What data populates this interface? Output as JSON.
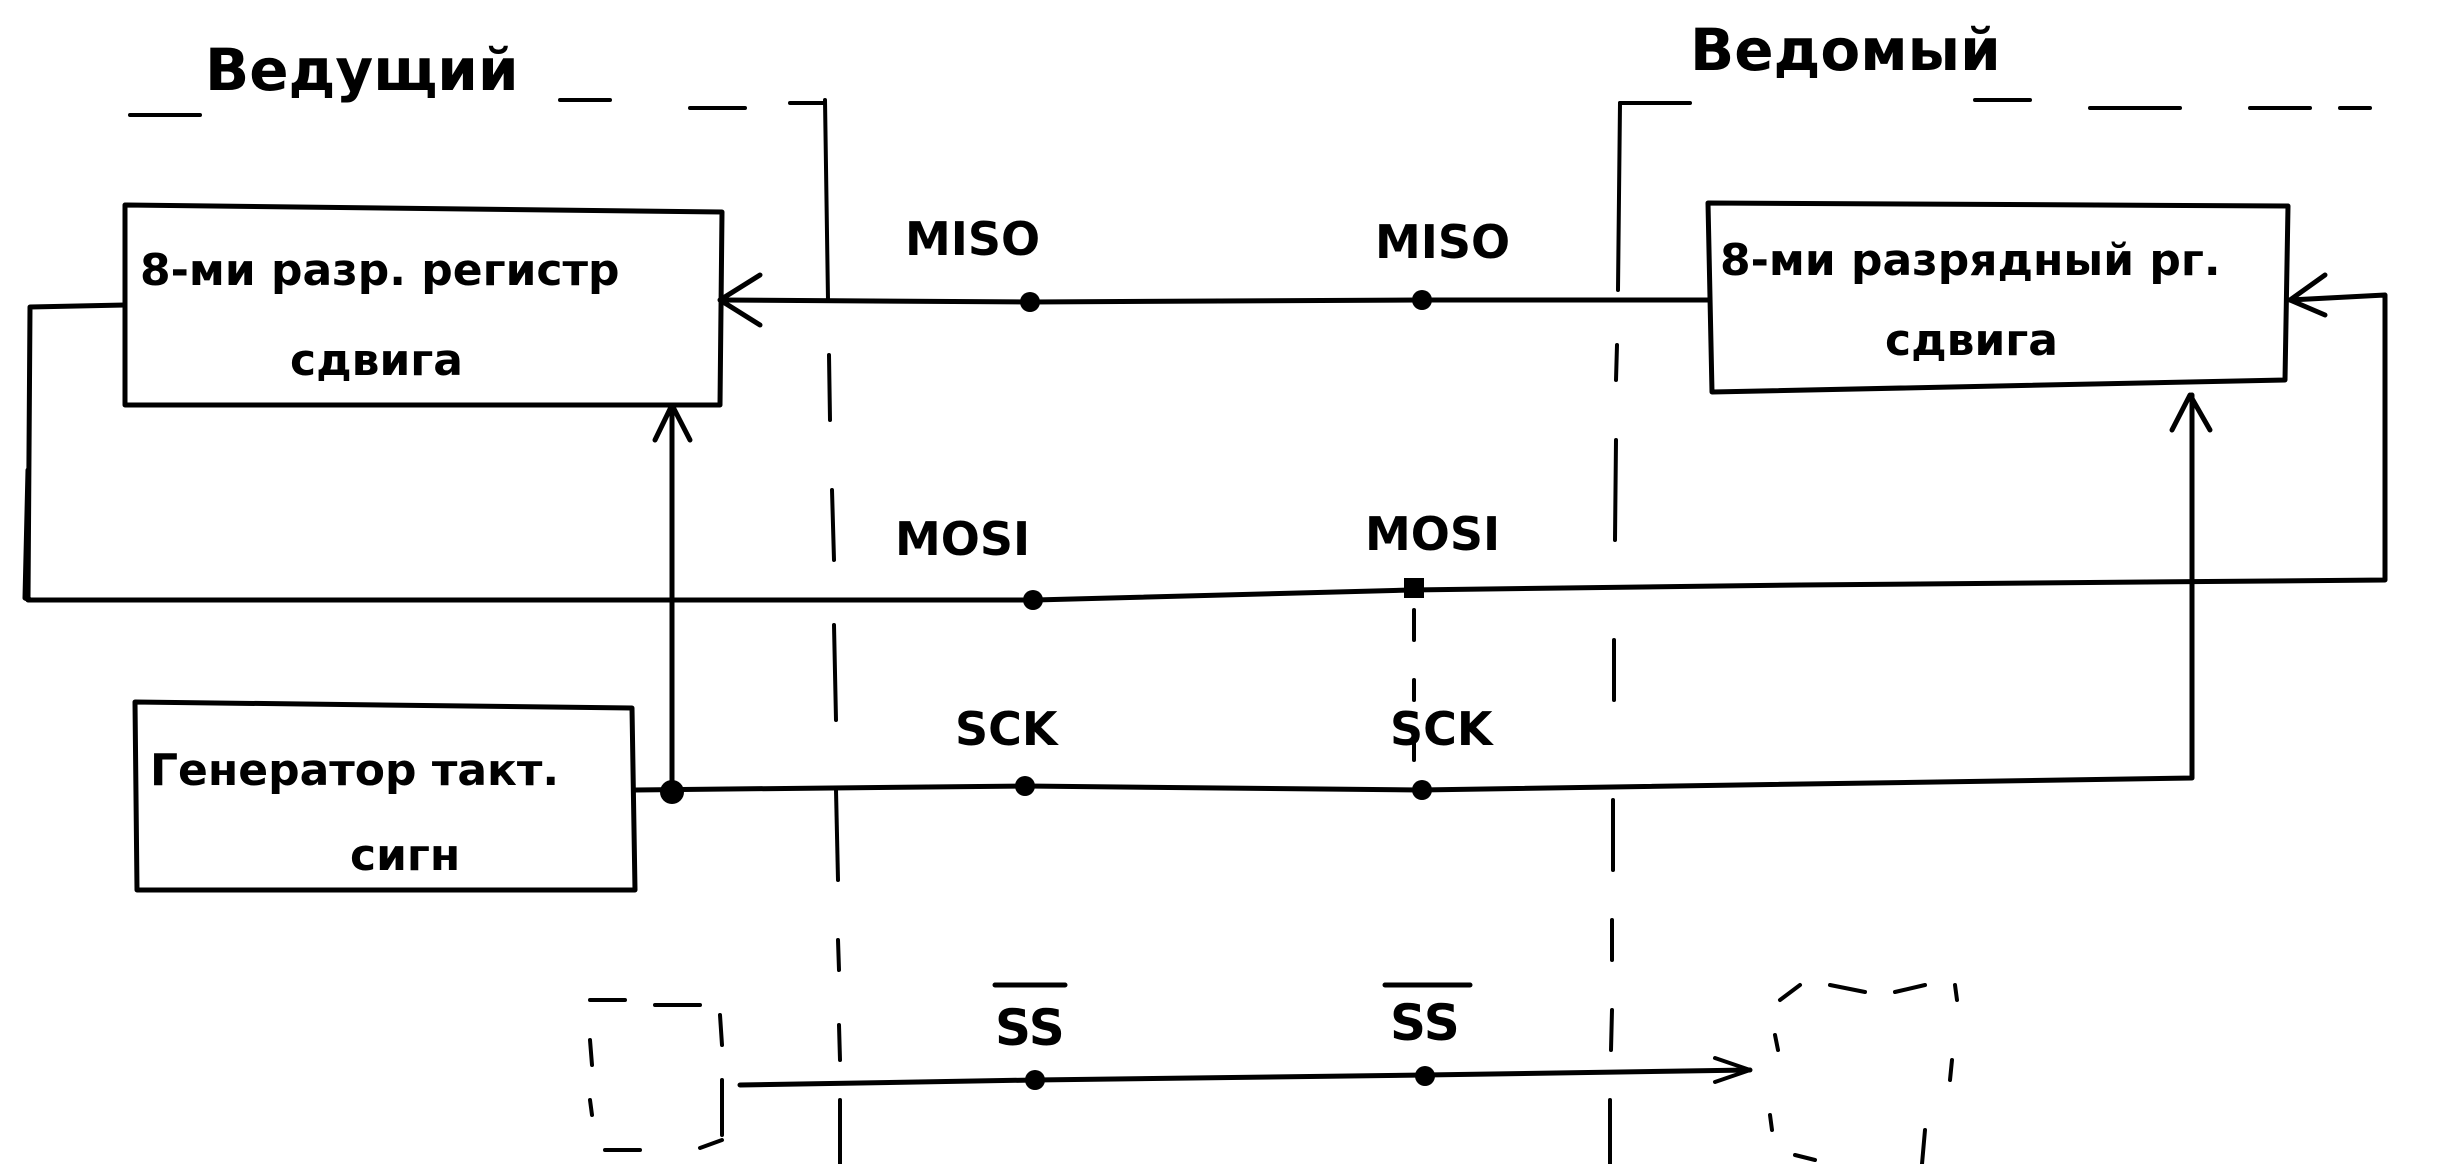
{
  "sections": {
    "master_title": "Ведущий",
    "slave_title": "Ведомый"
  },
  "blocks": {
    "master_shift_register": {
      "line1": "8-ми разр. регистр",
      "line2": "сдвига"
    },
    "slave_shift_register": {
      "line1": "8-ми разрядный рг.",
      "line2": "сдвига"
    },
    "clock_generator": {
      "line1": "Генератор такт.",
      "line2": "сигн"
    }
  },
  "signals": {
    "miso_master": "MISO",
    "miso_slave": "MISO",
    "mosi_master": "MOSI",
    "mosi_slave": "MOSI",
    "sck_master": "SCK",
    "sck_slave": "SCK",
    "ss_master": "SS",
    "ss_slave": "SS"
  },
  "colors": {
    "ink": "#000000",
    "paper": "#ffffff"
  }
}
